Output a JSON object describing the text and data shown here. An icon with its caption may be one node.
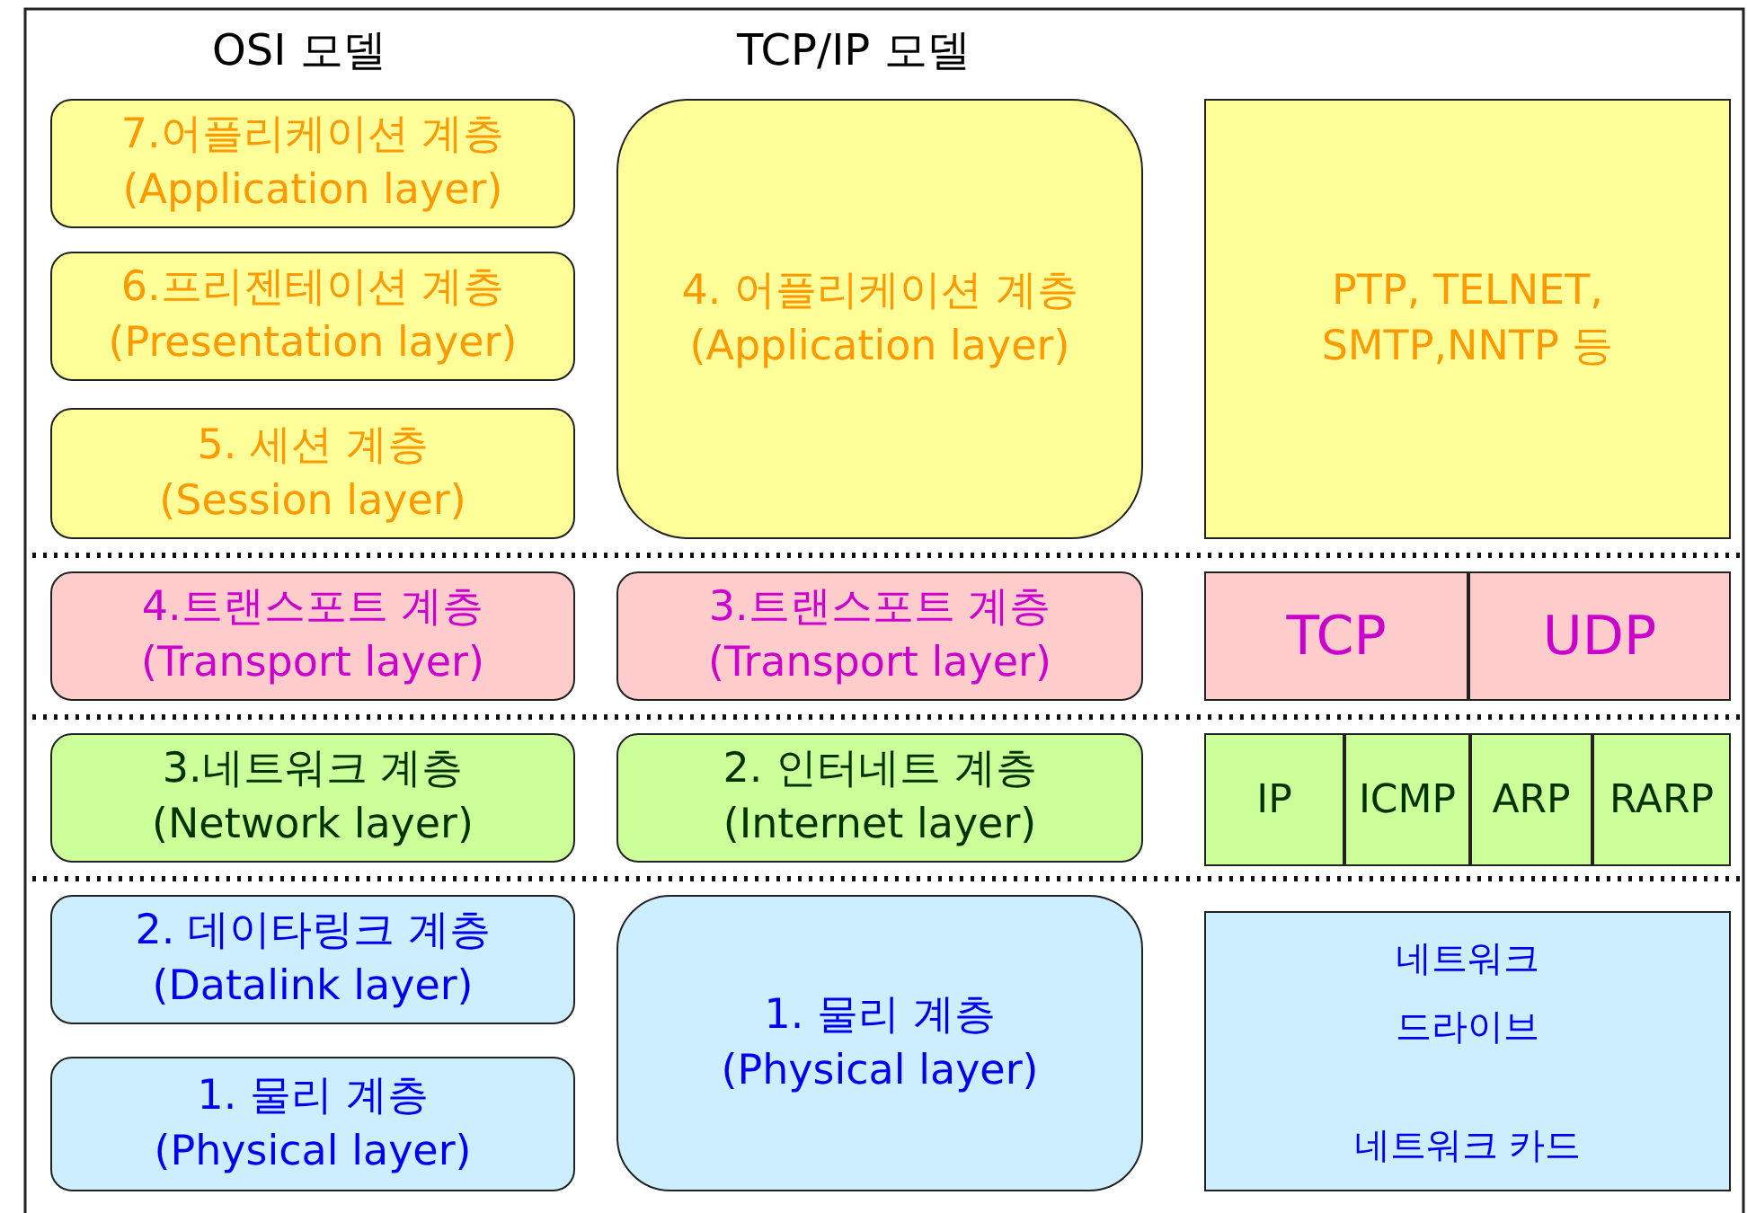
{
  "diagram": {
    "nodes": [
      {
        "text": [
          "7.어플리케이션 계층",
          "(Application layer)"
        ]
      },
      {
        "text": [
          "4. 어플리케이션 계층",
          "(Application layer)"
        ]
      },
      {
        "text": [
          "PTP, TELNET, SMTP,NNTP 등"
        ]
      },
      {
        "text": [
          "6.프리젠테이션 계층",
          "(Presentation layer)"
        ]
      },
      {
        "text": [
          "5. 세션 계층",
          "(Session layer)"
        ]
      },
      {
        "text": [
          "4.트랜스포트 계층",
          "(Transport layer)"
        ]
      },
      {
        "text": [
          "3.트랜스포트 계층",
          "(Transport layer)"
        ]
      },
      {
        "text": [
          "TCP"
        ]
      },
      {
        "text": [
          "UDP"
        ]
      },
      {
        "text": [
          "3.네트워크 계층",
          "(Network layer)"
        ]
      },
      {
        "text": [
          "2. 인터네트 계층",
          "(Internet layer)"
        ]
      },
      {
        "text": [
          "IP"
        ]
      },
      {
        "text": [
          "ICMP"
        ]
      },
      {
        "text": [
          "ARP"
        ]
      },
      {
        "text": [
          "RARP"
        ]
      },
      {
        "text": [
          "2. 데이타링크 계층",
          "(Datalink layer)"
        ]
      },
      {
        "text": [
          "1. 물리 계층",
          "(Physical layer)"
        ]
      },
      {
        "text": [
          "네트워크 드라이브",
          "네트워크 카드"
        ]
      },
      {
        "text": [
          "1. 물리 계층",
          "(Physical layer)"
        ]
      }
    ],
    "labels": [
      "OSI 모델",
      "TCP/IP 모델"
    ]
  }
}
